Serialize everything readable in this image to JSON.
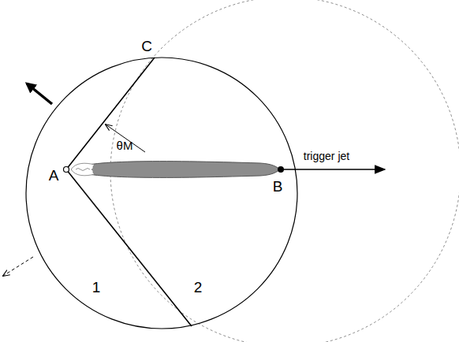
{
  "diagram": {
    "labels": [
      "C",
      "θM",
      "A",
      "B",
      "trigger jet",
      "1",
      "2"
    ]
  }
}
